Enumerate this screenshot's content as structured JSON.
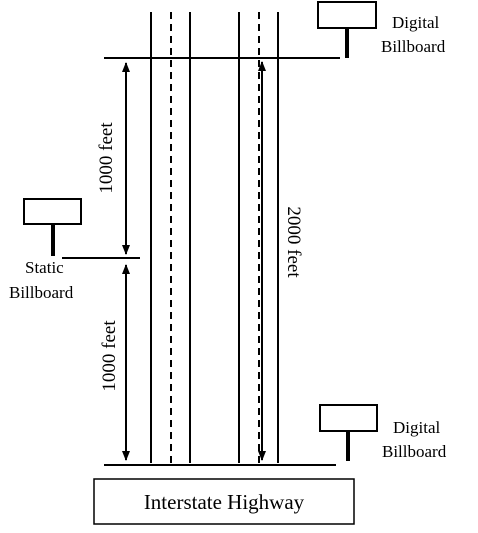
{
  "signs": {
    "digital_top": {
      "line1": "Digital",
      "line2": "Billboard"
    },
    "static_mid": {
      "line1": "Static",
      "line2": "Billboard"
    },
    "digital_bottom": {
      "line1": "Digital",
      "line2": "Billboard"
    }
  },
  "dimensions": {
    "upper_spacing": "1000 feet",
    "lower_spacing": "1000 feet",
    "digital_spacing": "2000 feet"
  },
  "highway": {
    "label": "Interstate Highway"
  },
  "colors": {
    "ink": "#000000",
    "background": "#ffffff"
  }
}
